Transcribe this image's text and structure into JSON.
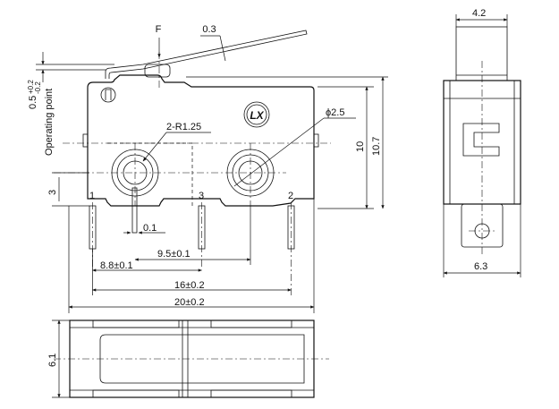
{
  "labels": {
    "force": "F",
    "lever_thickness": "0.3",
    "operating_point_value": "0.5",
    "operating_point_tol_plus": "+0.2",
    "operating_point_tol_minus": "-0.2",
    "operating_point": "Operating point",
    "radius": "2-R1.25",
    "hole_diameter": "ϕ2.5",
    "pin_height": "3",
    "pin_1": "1",
    "pin_3": "3",
    "pin_2": "2",
    "pin_width": "0.1",
    "spacing_9_5": "9.5±0.1",
    "spacing_8_8": "8.8±0.1",
    "spacing_16": "16±0.2",
    "spacing_20": "20±0.2",
    "height_10": "10",
    "height_10_7": "10.7",
    "side_width_top": "4.2",
    "side_width_bottom": "6.3",
    "bottom_height": "6.1"
  },
  "logo_text": "LX"
}
